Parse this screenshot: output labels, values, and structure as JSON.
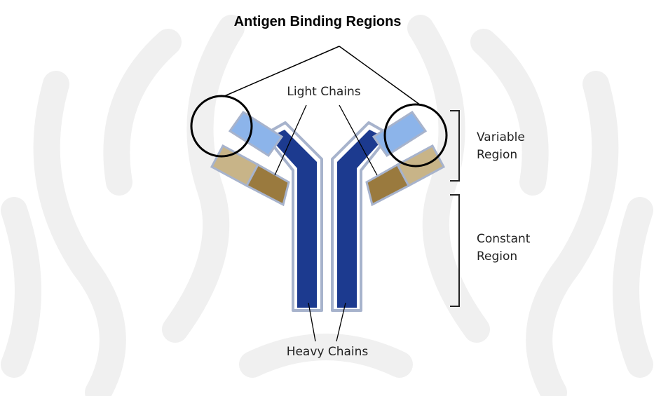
{
  "title": "Antigen Binding Regions",
  "labels": {
    "light_chains": "Light Chains",
    "heavy_chains": "Heavy Chains",
    "variable_region": [
      "Variable",
      "Region"
    ],
    "constant_region": [
      "Constant",
      "Region"
    ]
  },
  "colors": {
    "heavy_chain": "#1c3a8f",
    "light_variable": "#8cb4ea",
    "light_variable_dark": "#3d5fae",
    "light_constant_tan": "#c8b488",
    "light_constant_brown": "#9a7a3e",
    "outline": "#a7b3cc",
    "watermark": "#f0f0f0"
  }
}
